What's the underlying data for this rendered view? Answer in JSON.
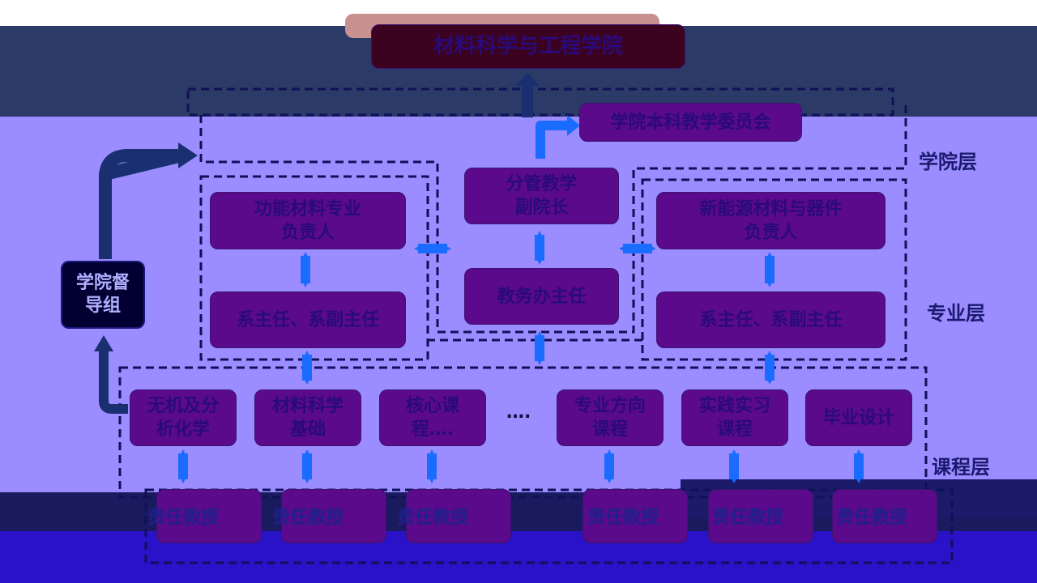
{
  "title": "材料科学与工程学院",
  "committee": "学院本科教学委员会",
  "vice_dean": "分管教学\n副院长",
  "academic_office": "教务办主任",
  "majors": [
    {
      "head": "功能材料专业\n负责人",
      "dept": "系主任、系副主任"
    },
    {
      "head": "新能源材料与器件\n负责人",
      "dept": "系主任、系副主任"
    }
  ],
  "supervisor": "学院督\n导组",
  "layers": [
    "学院层",
    "专业层",
    "课程层"
  ],
  "courses": [
    "无机及分\n析化学",
    "材料科学\n基础",
    "核心课\n程….",
    "专业方向\n课程",
    "实践实习\n课程",
    "毕业设计"
  ],
  "ellipsis": "….",
  "professor_label": "责任教授",
  "colors": {
    "arrow": "#1a6cff",
    "dark_arrow": "#1a2f70",
    "box": "#5a0a8a",
    "dashed": "#101058"
  }
}
